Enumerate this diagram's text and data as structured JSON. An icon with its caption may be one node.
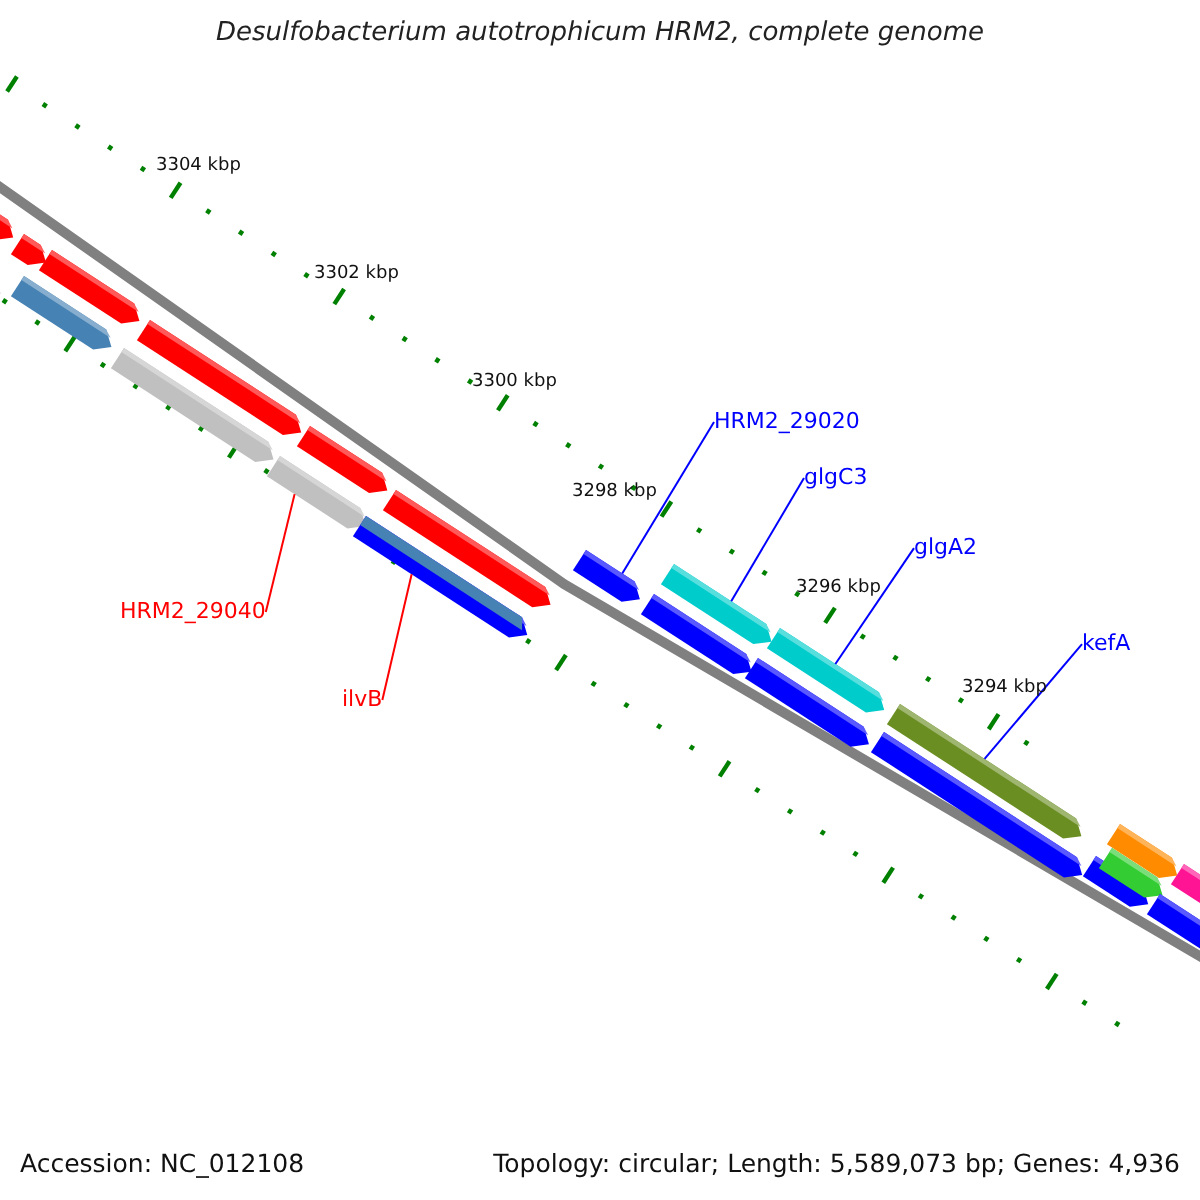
{
  "diagram": {
    "title": "Desulfobacterium autotrophicum HRM2, complete genome",
    "nodes": [
      {
        "text": [
          "HRM2_29040"
        ]
      },
      {
        "text": [],
        "shape": "bar"
      },
      {
        "text": [
          "ilvB"
        ]
      },
      {
        "text": [],
        "shape": "bar"
      },
      {
        "text": [
          "HRM2_29020"
        ]
      },
      {
        "text": [],
        "shape": "bar"
      },
      {
        "text": [
          "glgC3"
        ]
      },
      {
        "text": [],
        "shape": "bar"
      },
      {
        "text": [
          "glgA2"
        ]
      },
      {
        "text": [],
        "shape": "bar"
      },
      {
        "text": [
          "kefA"
        ]
      },
      {
        "text": [],
        "shape": "bar"
      },
      {
        "text": [],
        "shape": "bar"
      },
      {
        "text": [],
        "shape": "bar"
      },
      {
        "text": [],
        "shape": "bar"
      },
      {
        "text": [],
        "shape": "bar"
      },
      {
        "text": [],
        "shape": "bar"
      },
      {
        "text": [],
        "shape": "bar"
      },
      {
        "text": [],
        "shape": "bar"
      },
      {
        "text": [],
        "shape": "bar"
      },
      {
        "text": [],
        "shape": "bar"
      },
      {
        "text": [],
        "shape": "bar"
      },
      {
        "text": [],
        "shape": "bar"
      },
      {
        "text": [],
        "shape": "bar"
      },
      {
        "text": [],
        "shape": "bar"
      },
      {
        "text": [],
        "shape": "bar"
      },
      {
        "text": [],
        "shape": "bar"
      },
      {
        "text": [],
        "shape": "bar"
      },
      {
        "text": [],
        "shape": "bar"
      }
    ],
    "edges": [
      {
        "from": 0,
        "to": 1,
        "arrow": "none",
        "color": "#ff0000"
      },
      {
        "from": 2,
        "to": 3,
        "arrow": "none",
        "color": "#ff0000"
      },
      {
        "from": 4,
        "to": 5,
        "arrow": "none"
      },
      {
        "from": 6,
        "to": 7,
        "arrow": "none"
      },
      {
        "from": 8,
        "to": 9,
        "arrow": "none"
      },
      {
        "from": 10,
        "to": 11,
        "arrow": "none"
      }
    ],
    "labels": [
      "3304 kbp",
      "3302 kbp",
      "3300 kbp",
      "3298 kbp",
      "3296 kbp",
      "3294 kbp",
      "Accession: NC_012108",
      "Topology: circular; Length: 5,589,073 bp; Genes: 4,936"
    ]
  }
}
